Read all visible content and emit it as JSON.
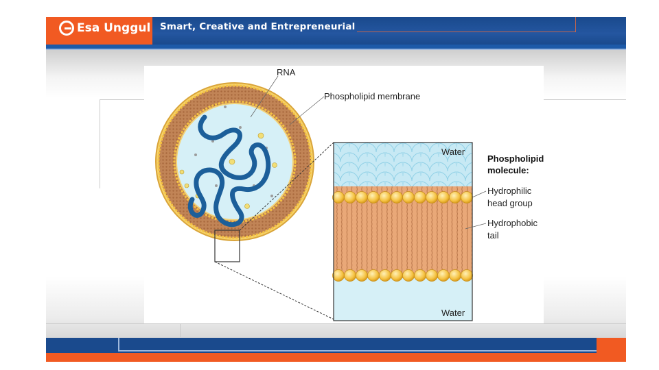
{
  "header": {
    "logo_text": "Esa Unggul",
    "tagline": "Smart, Creative and Entrepreneurial"
  },
  "figure": {
    "labels": {
      "rna": "RNA",
      "membrane": "Phospholipid membrane",
      "water_top": "Water",
      "water_bottom": "Water",
      "molecule_title_line1": "Phospholipid",
      "molecule_title_line2": "molecule:",
      "hydrophilic_line1": "Hydrophilic",
      "hydrophilic_line2": "head group",
      "hydrophobic_line1": "Hydrophobic",
      "hydrophobic_line2": "tail"
    }
  },
  "colors": {
    "brand_orange": "#f15a22",
    "brand_blue": "#1a4a8d",
    "membrane_brown": "#c8895a",
    "head_yellow": "#f5c242",
    "water_blue": "#d6f0f7",
    "rna_blue": "#1c5f9a"
  },
  "icons": [
    "esa-unggul-logo-icon"
  ]
}
